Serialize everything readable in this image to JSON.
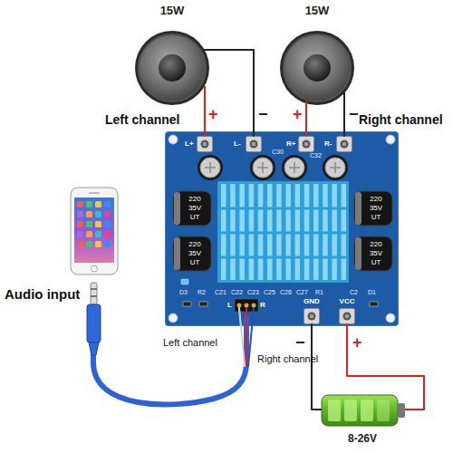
{
  "diagram": {
    "nodes": [
      {
        "text": [
          "15W"
        ]
      },
      {
        "text": [
          "15W"
        ]
      },
      {
        "text": [
          "C30",
          "C32",
          "D3",
          "R2",
          "C21",
          "C22",
          "C23",
          "C25",
          "C26",
          "C27",
          "R1",
          "C2",
          "D1"
        ]
      },
      {
        "text": [
          "L+"
        ],
        "in": 2
      },
      {
        "text": [
          "L-"
        ],
        "in": 2
      },
      {
        "text": [
          "R+"
        ],
        "in": 2
      },
      {
        "text": [
          "R-"
        ],
        "in": 2
      },
      {
        "text": [
          "220 35V UT"
        ],
        "in": 2
      },
      {
        "text": [
          "220 35V UT"
        ],
        "in": 2
      },
      {
        "text": [
          "220 35V UT"
        ],
        "in": 2
      },
      {
        "text": [
          "220 35V UT"
        ],
        "in": 2
      },
      {
        "text": [
          "L",
          "R"
        ],
        "in": 2
      },
      {
        "text": [
          "GND"
        ],
        "in": 2
      },
      {
        "text": [
          "VCC"
        ],
        "in": 2
      },
      {
        "text": [
          "Audio input"
        ]
      },
      {
        "text": [
          "8-26V"
        ]
      }
    ],
    "edges": [
      {
        "from": 0,
        "to": 3,
        "arrow": "none",
        "label": "+"
      },
      {
        "from": 0,
        "to": 4,
        "arrow": "none",
        "label": "−"
      },
      {
        "from": 1,
        "to": 5,
        "arrow": "none",
        "label": "+"
      },
      {
        "from": 1,
        "to": 6,
        "arrow": "none",
        "label": "−"
      },
      {
        "from": 14,
        "to": 11,
        "arrow": "none"
      },
      {
        "from": 12,
        "to": 15,
        "arrow": "none",
        "label": "−"
      },
      {
        "from": 13,
        "to": 15,
        "arrow": "none",
        "label": "+"
      }
    ],
    "labels": [
      "Left channel",
      "Right channel",
      "Left channel",
      "Right channel"
    ]
  }
}
